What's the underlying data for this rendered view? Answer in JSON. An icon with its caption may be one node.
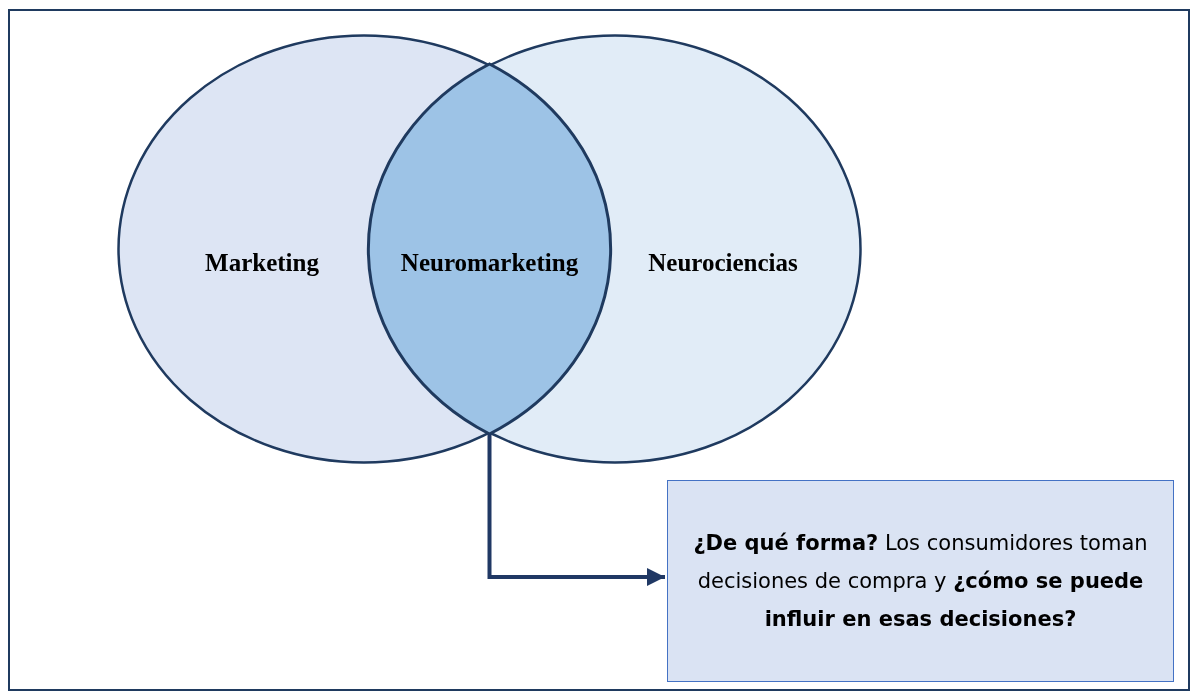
{
  "diagram": {
    "nodes": [
      {
        "text": [
          "Marketing"
        ]
      },
      {
        "text": [
          "Neuromarketing"
        ]
      },
      {
        "text": [
          "Neurociencias"
        ]
      },
      {
        "text": [
          "**¿De qué forma?** Los consumidores toman decisiones de compra y **¿cómo se puede influir en esas decisiones?**"
        ]
      }
    ],
    "edges": [
      {
        "from": 1,
        "to": 3,
        "arrow": "to"
      }
    ]
  }
}
